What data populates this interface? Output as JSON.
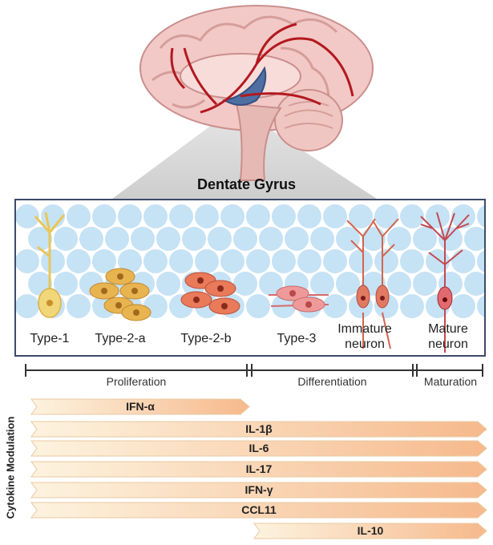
{
  "title": "Dentate Gyrus",
  "cells": [
    {
      "label": "Type-1"
    },
    {
      "label": "Type-2-a"
    },
    {
      "label": "Type-2-b"
    },
    {
      "label": "Type-3"
    },
    {
      "label": "Immature neuron"
    },
    {
      "label": "Mature neuron"
    }
  ],
  "stages": [
    {
      "label": "Proliferation"
    },
    {
      "label": "Differentiation"
    },
    {
      "label": "Maturation"
    }
  ],
  "axis_title": "Cytokine Modulation",
  "cytokines": [
    {
      "label": "IFN-α"
    },
    {
      "label": "IL-1β"
    },
    {
      "label": "IL-6"
    },
    {
      "label": "IL-17"
    },
    {
      "label": "IFN-γ"
    },
    {
      "label": "CCL11"
    },
    {
      "label": "IL-10"
    }
  ],
  "colors": {
    "panel_border": "#3d4a6b",
    "background_circles": "#c6e2f5",
    "vessel": "#b3181f",
    "type1": "#f1d67a",
    "type2a": "#e8b44f",
    "type2b": "#e97a5a",
    "type3": "#ef9a9a",
    "neuron": "#e07a63",
    "bar_light": "#fdf3df",
    "bar_dark": "#f6b98c"
  }
}
